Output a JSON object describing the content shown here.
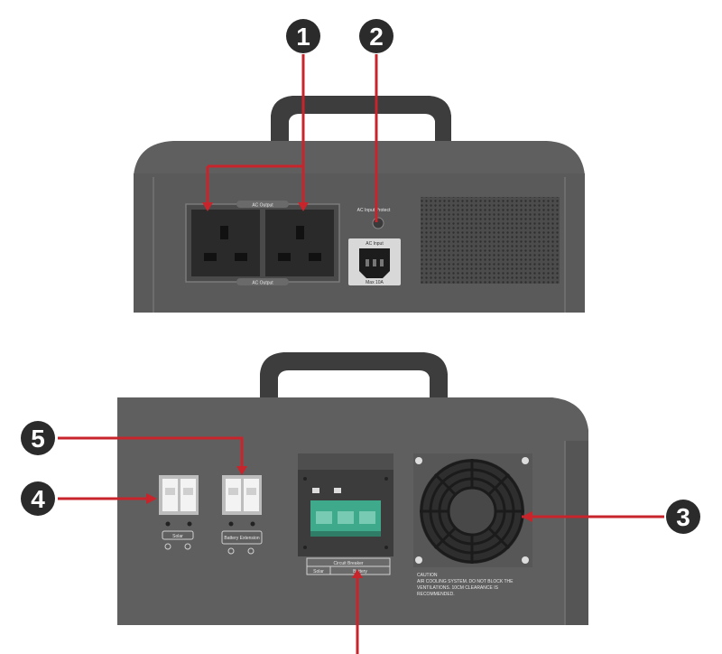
{
  "callouts": [
    {
      "id": "1",
      "label": "1"
    },
    {
      "id": "2",
      "label": "2"
    },
    {
      "id": "3",
      "label": "3"
    },
    {
      "id": "4",
      "label": "4"
    },
    {
      "id": "5",
      "label": "5"
    }
  ],
  "top_unit": {
    "ac_output_top": "AC Output",
    "ac_output_bottom": "AC Output",
    "ac_input_label": "AC Input Protect",
    "inlet_top": "AC Input",
    "inlet_bottom": "Max 10A"
  },
  "bottom_unit": {
    "breaker_solar": "Solar",
    "breaker_battery": "Battery Extension",
    "circuit_breaker": "Circuit Breaker",
    "cb_solar": "Solar",
    "cb_battery": "Battery",
    "caution_title": "CAUTION",
    "caution_line1": "AIR COOLING SYSTEM. DO NOT BLOCK THE",
    "caution_line2": "VENTILATIONS. 10CM CLEARANCE IS",
    "caution_line3": "RECOMMENDED."
  },
  "colors": {
    "callout_bg": "#2b2b2b",
    "leader": "#c8242b",
    "panel": "#5f5f5f",
    "panel_dark": "#545454",
    "handle": "#3d3d3d",
    "socket": "#2a2a2a"
  }
}
